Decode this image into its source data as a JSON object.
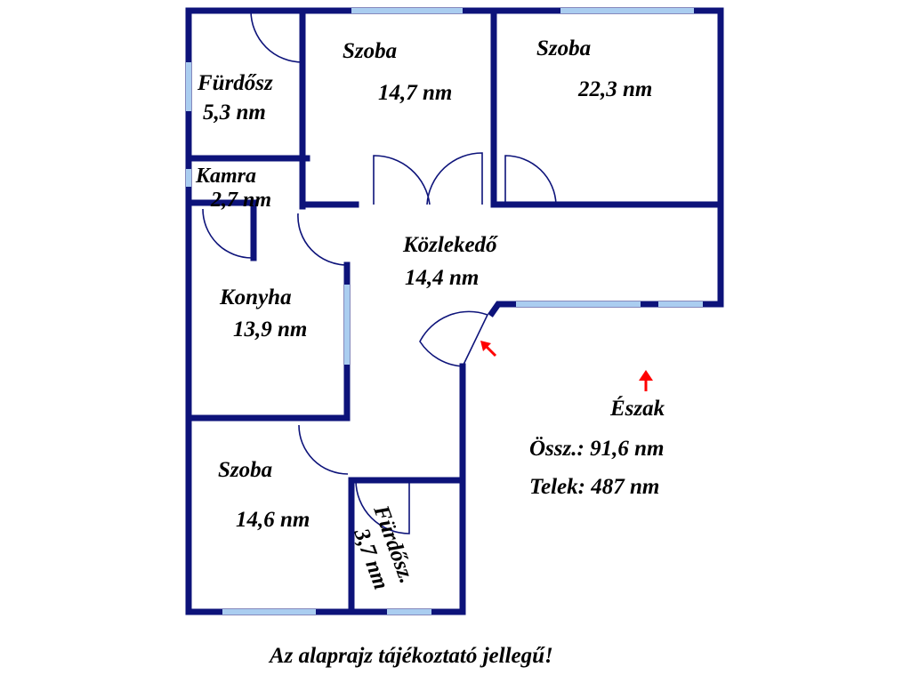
{
  "plan": {
    "rooms": [
      {
        "id": "bathroom-1",
        "name": "Fürdősz",
        "area": "5,3 nm"
      },
      {
        "id": "room-1",
        "name": "Szoba",
        "area": "14,7 nm"
      },
      {
        "id": "room-2",
        "name": "Szoba",
        "area": "22,3 nm"
      },
      {
        "id": "pantry",
        "name": "Kamra",
        "area": "2,7 nm"
      },
      {
        "id": "corridor",
        "name": "Közlekedő",
        "area": "14,4 nm"
      },
      {
        "id": "kitchen",
        "name": "Konyha",
        "area": "13,9 nm"
      },
      {
        "id": "room-3",
        "name": "Szoba",
        "area": "14,6 nm"
      },
      {
        "id": "bathroom-2",
        "name": "Fürdősz.",
        "area": "3,7 nm"
      }
    ],
    "north_label": "Észak",
    "total": "Össz.: 91,6 nm",
    "plot": "Telek: 487 nm",
    "disclaimer": "Az alaprajz tájékoztató jellegű!",
    "colors": {
      "wall": "#0d137a",
      "window": "#aacdf0",
      "arrow": "#ff0000"
    }
  }
}
